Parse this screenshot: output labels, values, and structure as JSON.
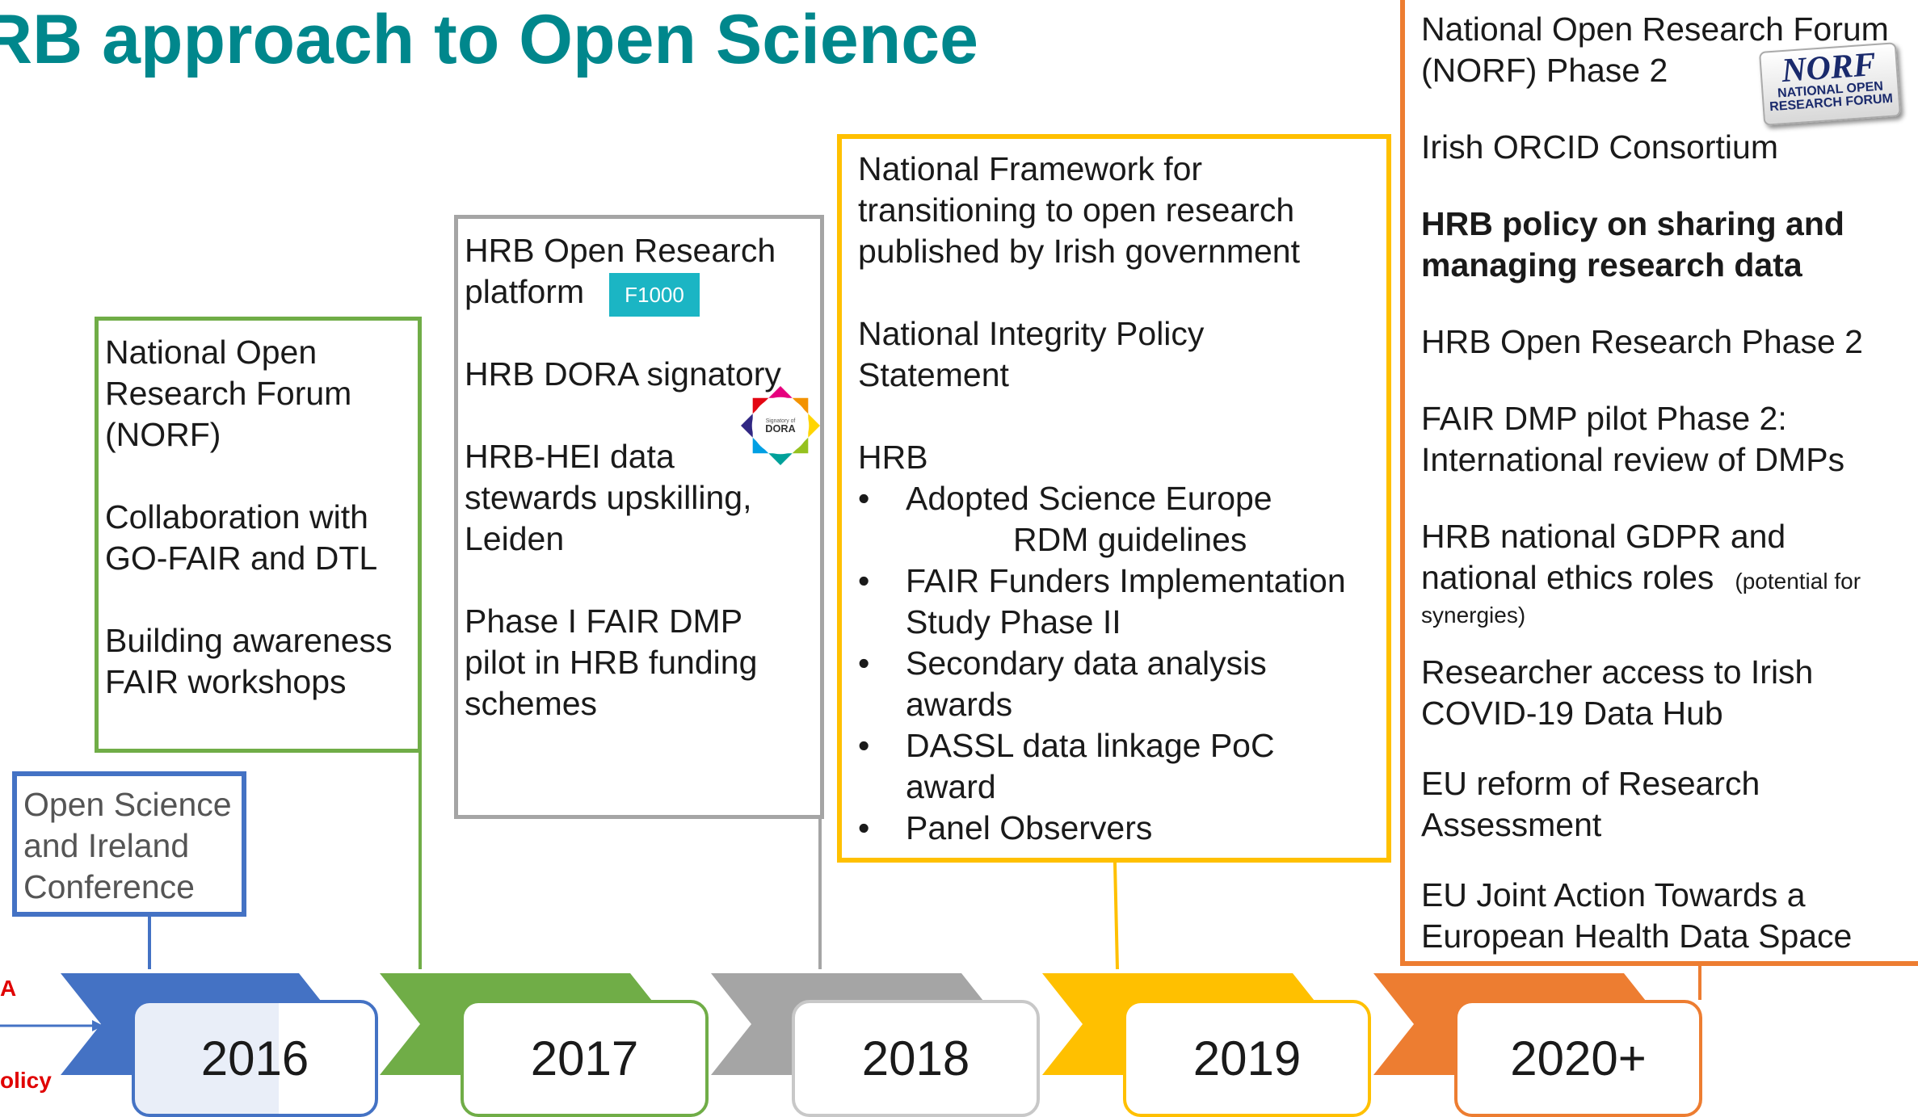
{
  "title": "RB approach to Open Science",
  "years": [
    "2016",
    "2017",
    "2018",
    "2019",
    "2020+"
  ],
  "edge_labels": [
    "A",
    "olicy"
  ],
  "box_2016_low": {
    "lines": [
      "Open Science",
      "and Ireland",
      "Conference"
    ]
  },
  "box_2016": {
    "items": [
      [
        "National Open",
        "Research Forum",
        "(NORF)"
      ],
      [
        "Collaboration with",
        "GO-FAIR and DTL"
      ],
      [
        "Building awareness",
        "FAIR workshops"
      ]
    ]
  },
  "box_2017": {
    "item1": [
      "HRB Open Research",
      "platform"
    ],
    "item2": "HRB DORA signatory",
    "item3": [
      "HRB-HEI data",
      "stewards upskilling,",
      "Leiden"
    ],
    "item4": [
      "Phase I FAIR DMP",
      "pilot in HRB funding",
      "schemes"
    ],
    "badge_f1000": "F1000",
    "dora_badge_text": [
      "Signatory of",
      "DORA"
    ]
  },
  "box_2018": {
    "item1": [
      "National Framework for",
      "transitioning to open research",
      "published by Irish government"
    ],
    "item2": [
      "National Integrity Policy",
      "Statement"
    ],
    "item3": "HRB",
    "bullet": "•",
    "bullets": [
      [
        "Adopted Science Europe",
        "RDM guidelines"
      ],
      [
        "FAIR Funders Implementation",
        "Study Phase II"
      ],
      [
        "Secondary data analysis",
        "awards"
      ],
      [
        "DASSL data linkage PoC",
        "award"
      ],
      [
        "Panel Observers"
      ]
    ]
  },
  "box_2020": {
    "item1": [
      "National Open Research Forum",
      "(NORF) Phase 2"
    ],
    "item2": "Irish ORCID Consortium",
    "item3": [
      "HRB policy on sharing and",
      "managing research data"
    ],
    "item4": "HRB Open Research Phase 2",
    "item5": [
      "FAIR DMP pilot Phase 2:",
      "International review of DMPs"
    ],
    "item6a": "HRB national GDPR and",
    "item6b": "national ethics roles",
    "item6c": "(potential for",
    "item6d": "synergies)",
    "item7": [
      "Researcher access to Irish",
      "COVID-19 Data Hub"
    ],
    "item8": [
      "EU reform of Research",
      "Assessment"
    ],
    "item9": [
      "EU Joint Action Towards a",
      "European Health Data Space"
    ],
    "norf_logo": {
      "main": "NORF",
      "sub1": "NATIONAL OPEN",
      "sub2": "RESEARCH FORUM"
    }
  },
  "colors": {
    "title": "#00878c",
    "y2016": "#4472c4",
    "y2017": "#70ad47",
    "y2018": "#a5a5a5",
    "y2019": "#ffc000",
    "y2020": "#ed7d31"
  }
}
